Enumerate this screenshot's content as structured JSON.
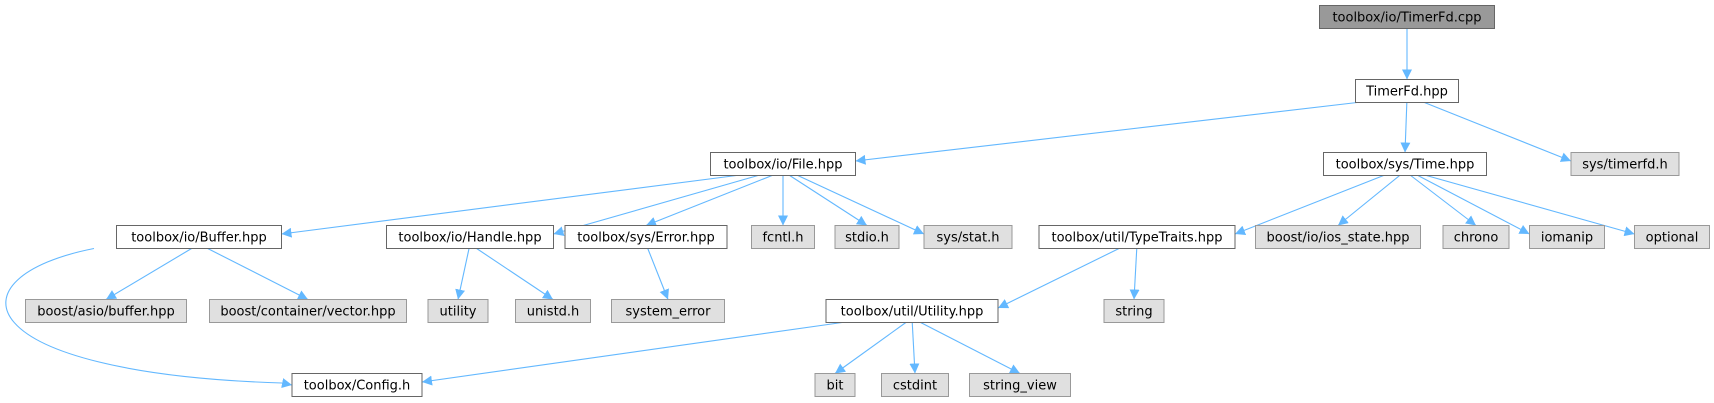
{
  "colors": {
    "root_fill": "#999999",
    "project_fill": "#ffffff",
    "external_fill": "#e0e0e0",
    "external_stroke": "#999999",
    "project_stroke": "#666666",
    "edge": "#63b8ff"
  },
  "nodes": [
    {
      "id": "root",
      "label": "toolbox/io/TimerFd.cpp",
      "kind": "root"
    },
    {
      "id": "timerfd_hpp",
      "label": "TimerFd.hpp",
      "kind": "project"
    },
    {
      "id": "file_hpp",
      "label": "toolbox/io/File.hpp",
      "kind": "project"
    },
    {
      "id": "time_hpp",
      "label": "toolbox/sys/Time.hpp",
      "kind": "project"
    },
    {
      "id": "sys_timerfd",
      "label": "sys/timerfd.h",
      "kind": "external"
    },
    {
      "id": "buffer_hpp",
      "label": "toolbox/io/Buffer.hpp",
      "kind": "project"
    },
    {
      "id": "handle_hpp",
      "label": "toolbox/io/Handle.hpp",
      "kind": "project"
    },
    {
      "id": "error_hpp",
      "label": "toolbox/sys/Error.hpp",
      "kind": "project"
    },
    {
      "id": "fcntl",
      "label": "fcntl.h",
      "kind": "external"
    },
    {
      "id": "stdio",
      "label": "stdio.h",
      "kind": "external"
    },
    {
      "id": "sys_stat",
      "label": "sys/stat.h",
      "kind": "external"
    },
    {
      "id": "typetraits_hpp",
      "label": "toolbox/util/TypeTraits.hpp",
      "kind": "project"
    },
    {
      "id": "ios_state",
      "label": "boost/io/ios_state.hpp",
      "kind": "external"
    },
    {
      "id": "chrono",
      "label": "chrono",
      "kind": "external"
    },
    {
      "id": "iomanip",
      "label": "iomanip",
      "kind": "external"
    },
    {
      "id": "optional",
      "label": "optional",
      "kind": "external"
    },
    {
      "id": "asio_buffer",
      "label": "boost/asio/buffer.hpp",
      "kind": "external"
    },
    {
      "id": "container_vector",
      "label": "boost/container/vector.hpp",
      "kind": "external"
    },
    {
      "id": "utility",
      "label": "utility",
      "kind": "external"
    },
    {
      "id": "unistd",
      "label": "unistd.h",
      "kind": "external"
    },
    {
      "id": "system_error",
      "label": "system_error",
      "kind": "external"
    },
    {
      "id": "utility_hpp",
      "label": "toolbox/util/Utility.hpp",
      "kind": "project"
    },
    {
      "id": "string",
      "label": "string",
      "kind": "external"
    },
    {
      "id": "config_h",
      "label": "toolbox/Config.h",
      "kind": "project"
    },
    {
      "id": "bit",
      "label": "bit",
      "kind": "external"
    },
    {
      "id": "cstdint",
      "label": "cstdint",
      "kind": "external"
    },
    {
      "id": "string_view",
      "label": "string_view",
      "kind": "external"
    }
  ],
  "edges": [
    {
      "from": "root",
      "to": "timerfd_hpp"
    },
    {
      "from": "timerfd_hpp",
      "to": "file_hpp"
    },
    {
      "from": "timerfd_hpp",
      "to": "time_hpp"
    },
    {
      "from": "timerfd_hpp",
      "to": "sys_timerfd"
    },
    {
      "from": "file_hpp",
      "to": "buffer_hpp"
    },
    {
      "from": "file_hpp",
      "to": "handle_hpp"
    },
    {
      "from": "file_hpp",
      "to": "error_hpp"
    },
    {
      "from": "file_hpp",
      "to": "fcntl"
    },
    {
      "from": "file_hpp",
      "to": "stdio"
    },
    {
      "from": "file_hpp",
      "to": "sys_stat"
    },
    {
      "from": "time_hpp",
      "to": "typetraits_hpp"
    },
    {
      "from": "time_hpp",
      "to": "ios_state"
    },
    {
      "from": "time_hpp",
      "to": "chrono"
    },
    {
      "from": "time_hpp",
      "to": "iomanip"
    },
    {
      "from": "time_hpp",
      "to": "optional"
    },
    {
      "from": "buffer_hpp",
      "to": "asio_buffer"
    },
    {
      "from": "buffer_hpp",
      "to": "container_vector"
    },
    {
      "from": "buffer_hpp",
      "to": "config_h"
    },
    {
      "from": "handle_hpp",
      "to": "utility"
    },
    {
      "from": "handle_hpp",
      "to": "unistd"
    },
    {
      "from": "error_hpp",
      "to": "system_error"
    },
    {
      "from": "typetraits_hpp",
      "to": "utility_hpp"
    },
    {
      "from": "typetraits_hpp",
      "to": "string"
    },
    {
      "from": "utility_hpp",
      "to": "config_h"
    },
    {
      "from": "utility_hpp",
      "to": "bit"
    },
    {
      "from": "utility_hpp",
      "to": "cstdint"
    },
    {
      "from": "utility_hpp",
      "to": "string_view"
    }
  ]
}
